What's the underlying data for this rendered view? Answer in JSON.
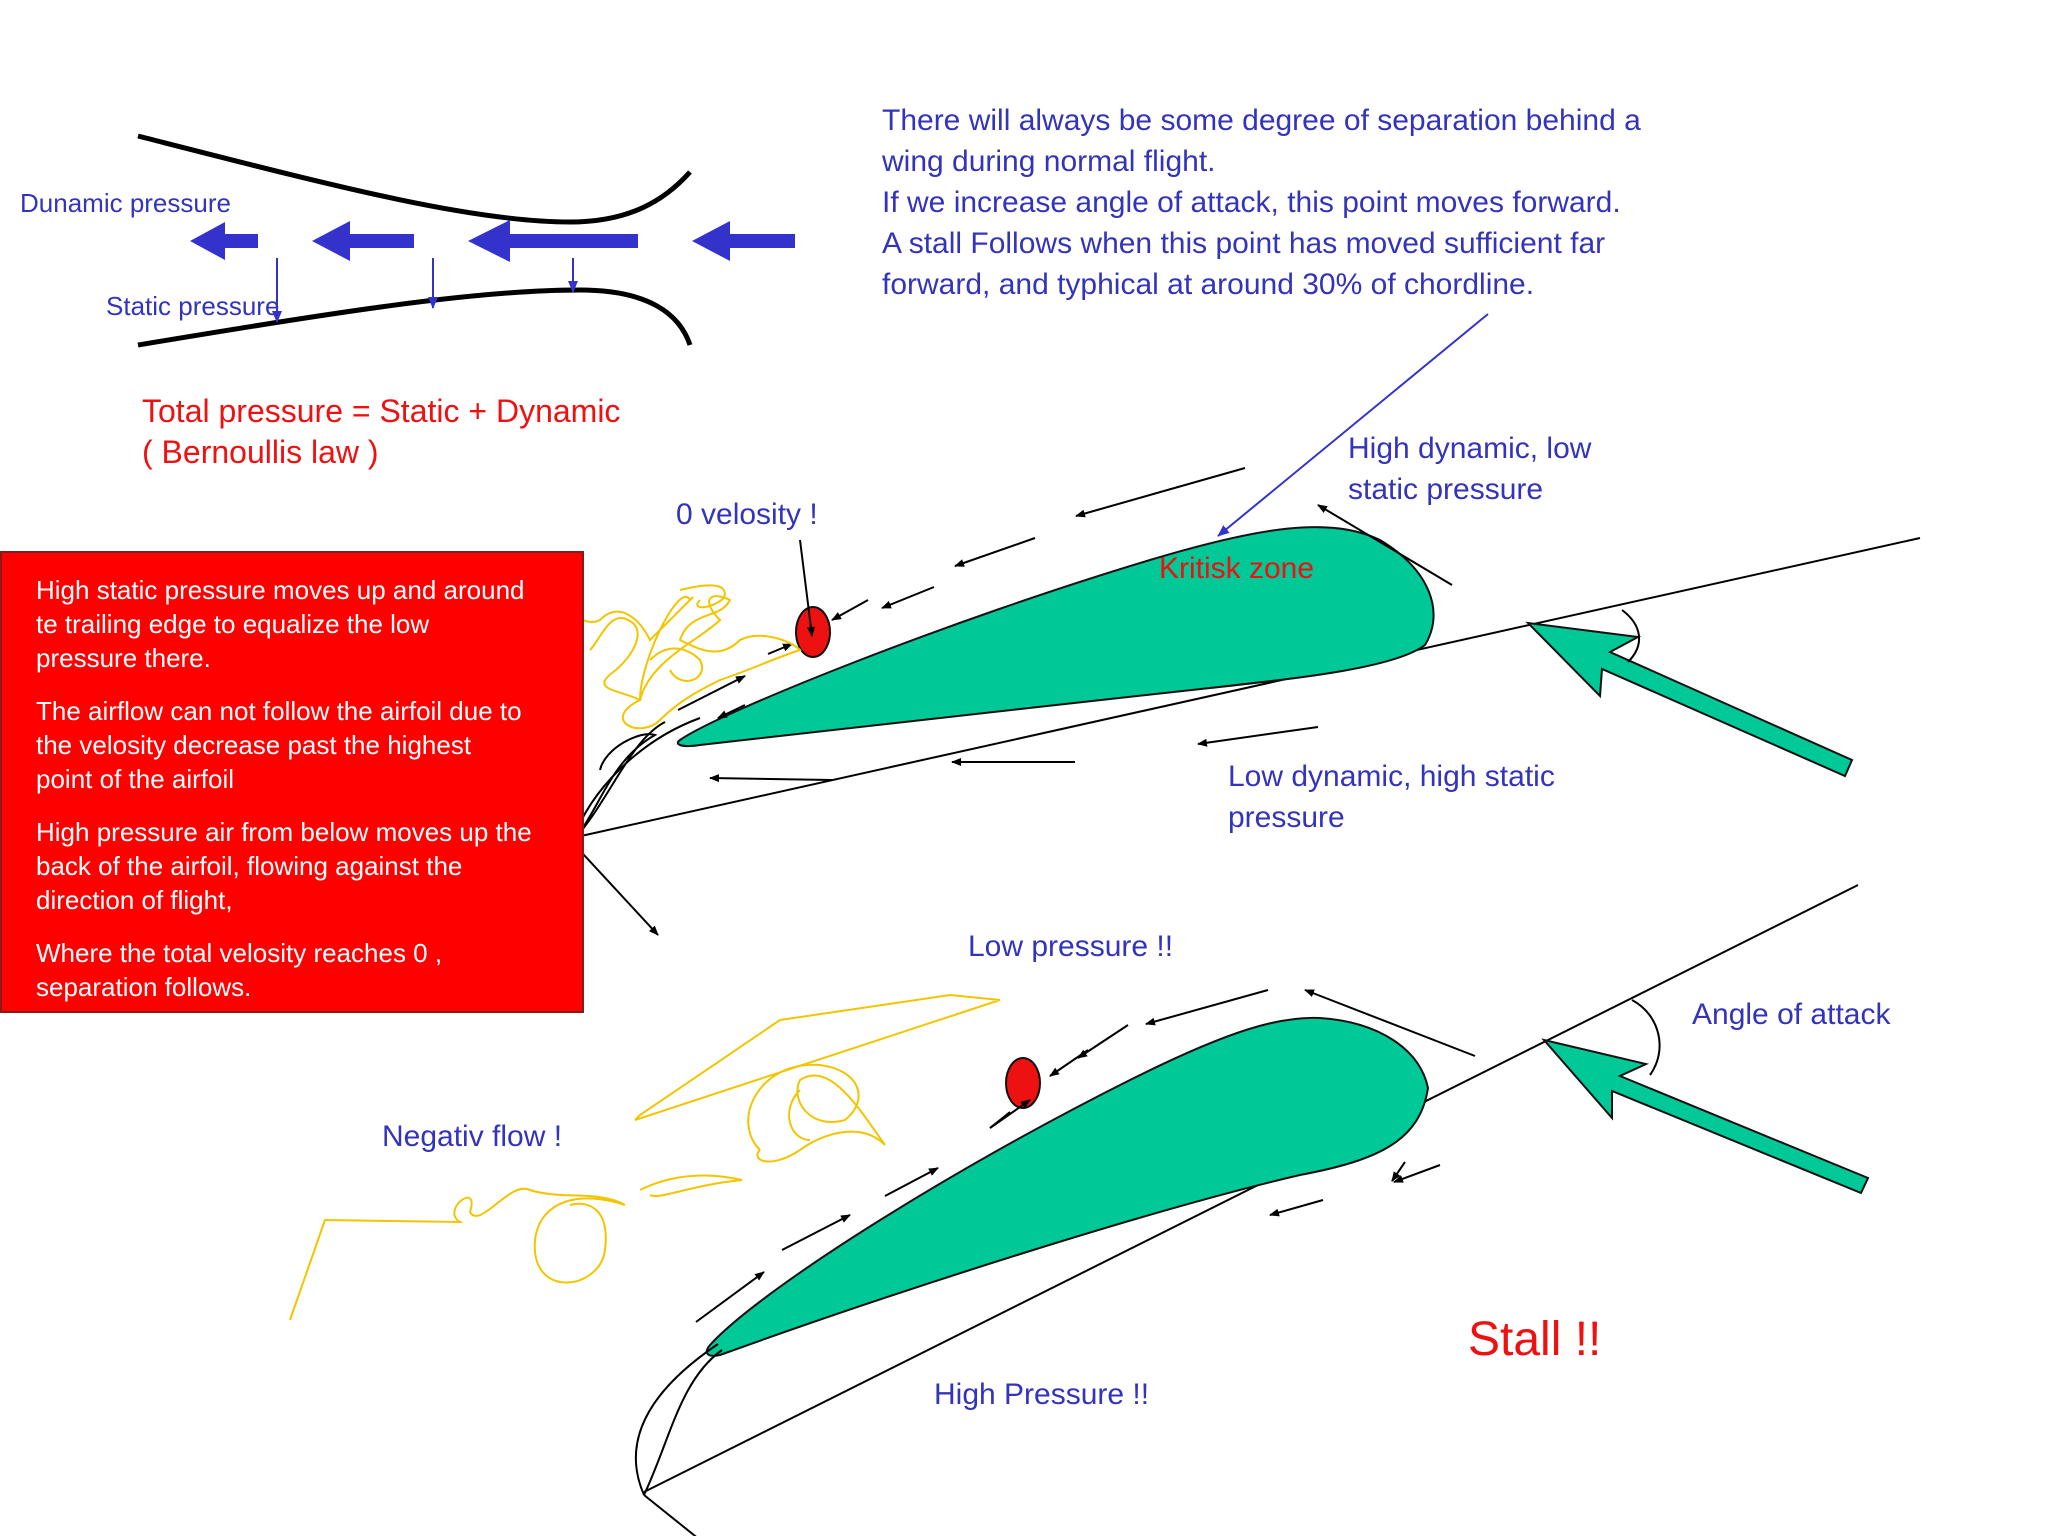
{
  "venturi": {
    "dynamic_label": "Dunamic pressure",
    "static_label": "Static pressure"
  },
  "bernoulli": {
    "line1": "Total pressure = Static + Dynamic",
    "line2": "( Bernoullis law )"
  },
  "separation_text": [
    "There will always be some degree of separation behind a",
    "wing during normal flight.",
    "If we increase angle of attack, this point moves forward.",
    "A stall Follows when this point has moved sufficient far",
    "forward, and typhical at around 30% of chordline."
  ],
  "upper_airfoil": {
    "zero_velocity": "0 velosity !",
    "critical_zone": "Kritisk zone",
    "high_dynamic": [
      "High dynamic, low",
      "static pressure"
    ],
    "low_dynamic": [
      "Low dynamic, high static",
      "pressure"
    ]
  },
  "note_box": {
    "p1": [
      "High static pressure moves up and around",
      "te trailing edge to equalize the low",
      "pressure there."
    ],
    "p2": [
      "The airflow can not follow the airfoil due to",
      "the velosity decrease past the highest",
      "point of the airfoil"
    ],
    "p3": [
      "High pressure air from below moves up the",
      "back of the airfoil, flowing against the",
      "direction of flight,"
    ],
    "p4": [
      "Where the total velosity reaches 0 ,",
      "separation follows."
    ]
  },
  "lower_airfoil": {
    "low_pressure": "Low pressure !!",
    "angle_of_attack": "Angle of attack",
    "negative_flow": "Negativ flow !",
    "high_pressure": "High Pressure !!",
    "stall": "Stall !!"
  },
  "colors": {
    "text_blue": "#3333bb",
    "text_red": "#ee1111",
    "arrow_blue": "#3333cc",
    "airfoil_green": "#00c896",
    "note_red": "#ff0000",
    "scribble_yellow": "#f2c500"
  }
}
